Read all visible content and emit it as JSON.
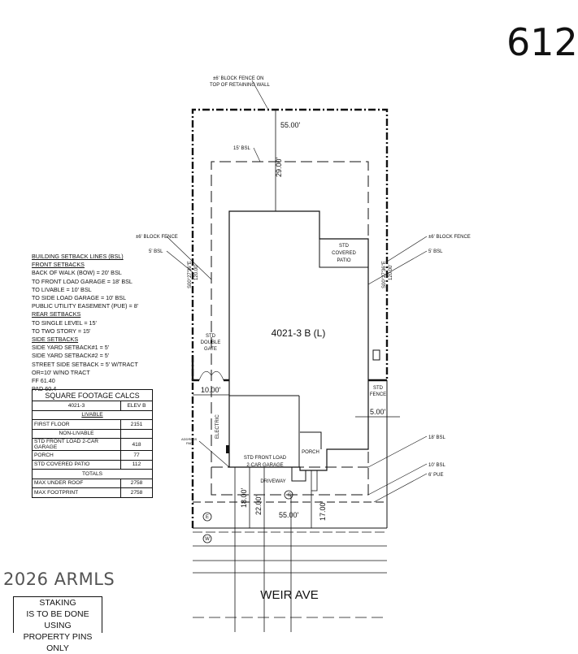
{
  "lot_number": "612",
  "plan_label": "4021-3 B (L)",
  "street_name": "WEIR AVE",
  "labels": {
    "rear_fence": [
      "±6' BLOCK FENCE ON",
      "TOP OF RETAINING WALL"
    ],
    "rear_bsl": "15' BSL",
    "left_fence": "±6' BLOCK FENCE",
    "left_bsl": "5' BSL",
    "right_fence": "±6' BLOCK FENCE",
    "right_bsl": "5' BSL",
    "covered_patio": [
      "STD",
      "COVERED",
      "PATIO"
    ],
    "double_gate": [
      "STD",
      "DOUBLE",
      "GATE"
    ],
    "std_fence": [
      "STD",
      "FENCE"
    ],
    "porch": "PORCH",
    "garage": [
      "STD FRONT LOAD",
      "2-CAR GARAGE"
    ],
    "driveway": "DRIVEWAY",
    "address_pad": [
      "ADDRESS",
      "PAD"
    ],
    "electric": "ELECTRIC",
    "bsl_18": "18' BSL",
    "bsl_10": "10' BSL",
    "pue_6": "6' PUE",
    "bearing_left": "S00°27'36\"E",
    "bearing_right": "S00°27'36\"E",
    "marker_e": "E",
    "marker_w": "W",
    "marker_s": "S"
  },
  "dimensions": {
    "rear_width": "55.00'",
    "front_width": "55.00'",
    "rear_setback": "29.00'",
    "left_depth": "120.00'",
    "right_depth": "120.00'",
    "left_side": "10.00'",
    "right_side": "5.00'",
    "driveway_18": "18.00'",
    "driveway_22": "22.00'",
    "porch_17": "17.00'"
  },
  "setback_notes": [
    {
      "text": "BUILDING SETBACK LINES (BSL)",
      "underline": true
    },
    {
      "text": "FRONT SETBACKS",
      "underline": true
    },
    {
      "text": "BACK OF WALK (BOW) = 20' BSL"
    },
    {
      "text": "TO FRONT LOAD GARAGE = 18' BSL"
    },
    {
      "text": "TO LIVABLE = 10' BSL"
    },
    {
      "text": "TO SIDE LOAD GARAGE = 10' BSL"
    },
    {
      "text": "PUBLIC UTILITY EASEMENT (PUE) = 8'"
    },
    {
      "text": "REAR SETBACKS",
      "underline": true
    },
    {
      "text": "TO SINGLE LEVEL = 15'"
    },
    {
      "text": "TO TWO STORY   = 15'"
    },
    {
      "text": "SIDE SETBACKS",
      "underline": true
    },
    {
      "text": "SIDE YARD SETBACK#1 = 5'"
    },
    {
      "text": "SIDE YARD SETBACK#2 = 5'"
    },
    {
      "text": "STREET SIDE SETBACK = 5' W/TRACT"
    },
    {
      "text": "OR=10' W/NO TRACT"
    },
    {
      "text": "FF 61.40"
    },
    {
      "text": "PAD 60.4"
    }
  ],
  "sqft_table": {
    "title": "SQUARE FOOTAGE CALCS",
    "header": [
      "4021-3",
      "ELEV B"
    ],
    "sections": {
      "livable": "LIVABLE",
      "non_livable": "NON-LIVABLE",
      "totals": "TOTALS"
    },
    "rows": {
      "first_floor": [
        "FIRST FLOOR",
        "2151"
      ],
      "garage": [
        "STD FRONT LOAD 2-CAR GARAGE",
        "418"
      ],
      "porch": [
        "PORCH",
        "77"
      ],
      "patio": [
        "STD COVERED PATIO",
        "112"
      ],
      "max_under_roof": [
        "MAX UNDER ROOF",
        "2758"
      ],
      "max_footprint": [
        "MAX FOOTPRINT",
        "2758"
      ]
    }
  },
  "staking_note": [
    "STAKING",
    "IS TO BE DONE USING",
    "PROPERTY PINS ONLY"
  ],
  "watermark": "2026 ARMLS"
}
